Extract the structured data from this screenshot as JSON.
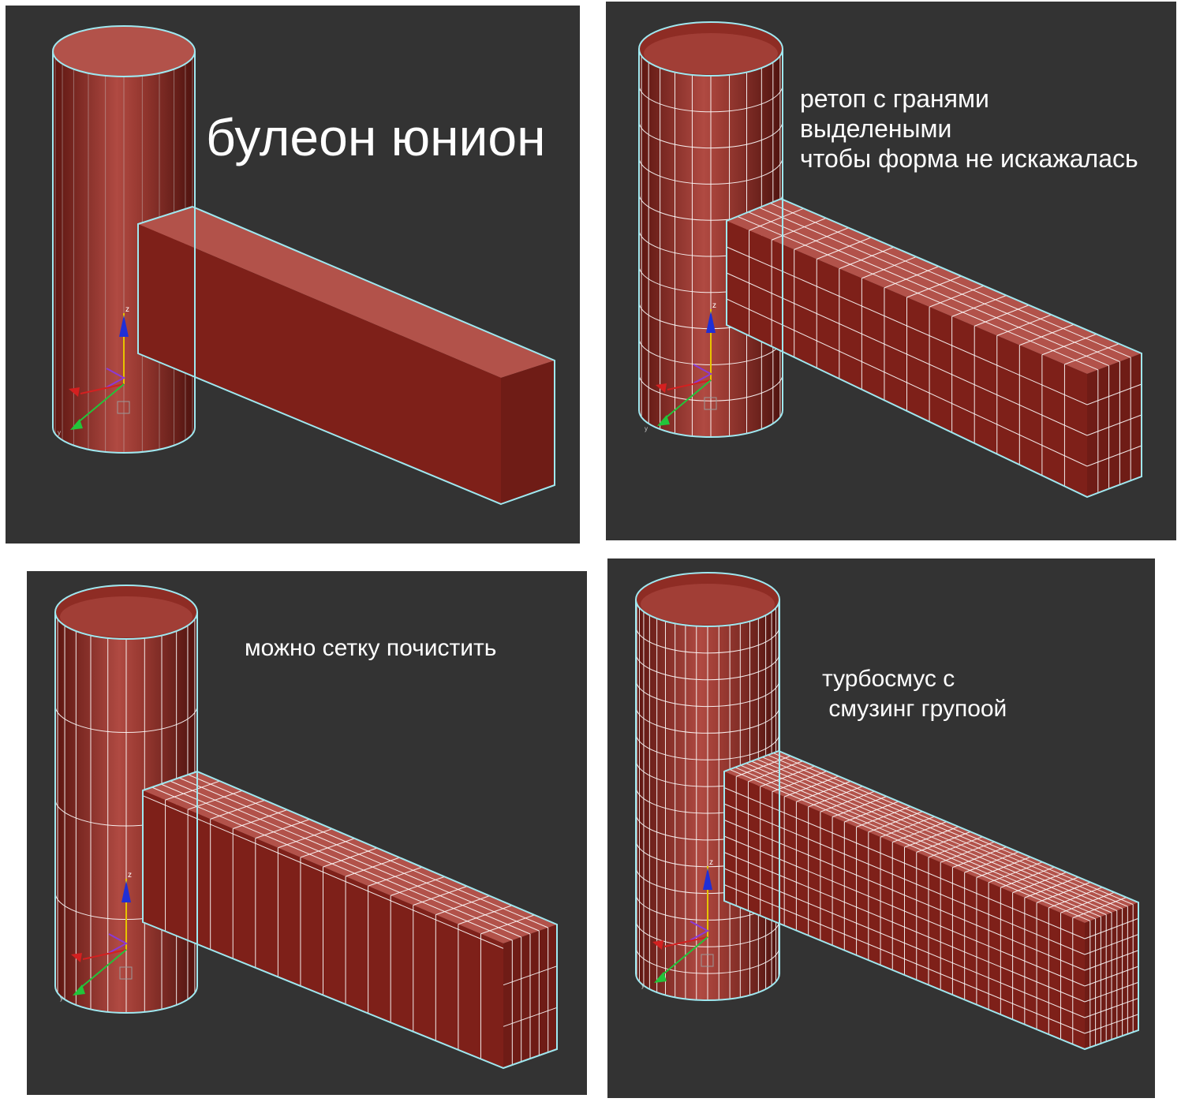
{
  "panels": [
    {
      "id": "boolean-union",
      "caption": "булеон юнион",
      "mesh": "flat"
    },
    {
      "id": "retopo",
      "caption": "ретоп с гранями\nвыделеными\nчтобы форма не искажалась",
      "mesh": "grid"
    },
    {
      "id": "cleanup",
      "caption": "можно сетку почистить",
      "mesh": "clean"
    },
    {
      "id": "turbosmooth",
      "caption": "турбосмус с\n смузинг групоой",
      "mesh": "dense"
    }
  ],
  "gizmo": {
    "z_label": "z",
    "y_label": "y"
  },
  "colors": {
    "viewport_bg": "#333333",
    "mesh_top": "#b2524a",
    "mesh_front": "#7e2019",
    "mesh_side": "#6f1c16",
    "wire": "#ffffff",
    "selection_outline": "#9fe8f0",
    "gizmo_z": "#1f2fd6",
    "gizmo_x": "#d42020",
    "gizmo_y": "#22c43a",
    "gizmo_yellow": "#e6c400"
  }
}
